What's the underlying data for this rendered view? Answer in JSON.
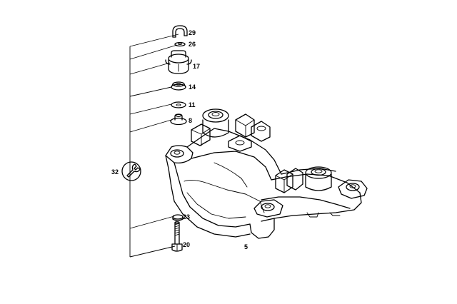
{
  "callouts": {
    "c29": "29",
    "c26": "26",
    "c17": "17",
    "c14": "14",
    "c11": "11",
    "c8": "8",
    "c32": "32",
    "c23": "23",
    "c20": "20",
    "c5": "5"
  }
}
